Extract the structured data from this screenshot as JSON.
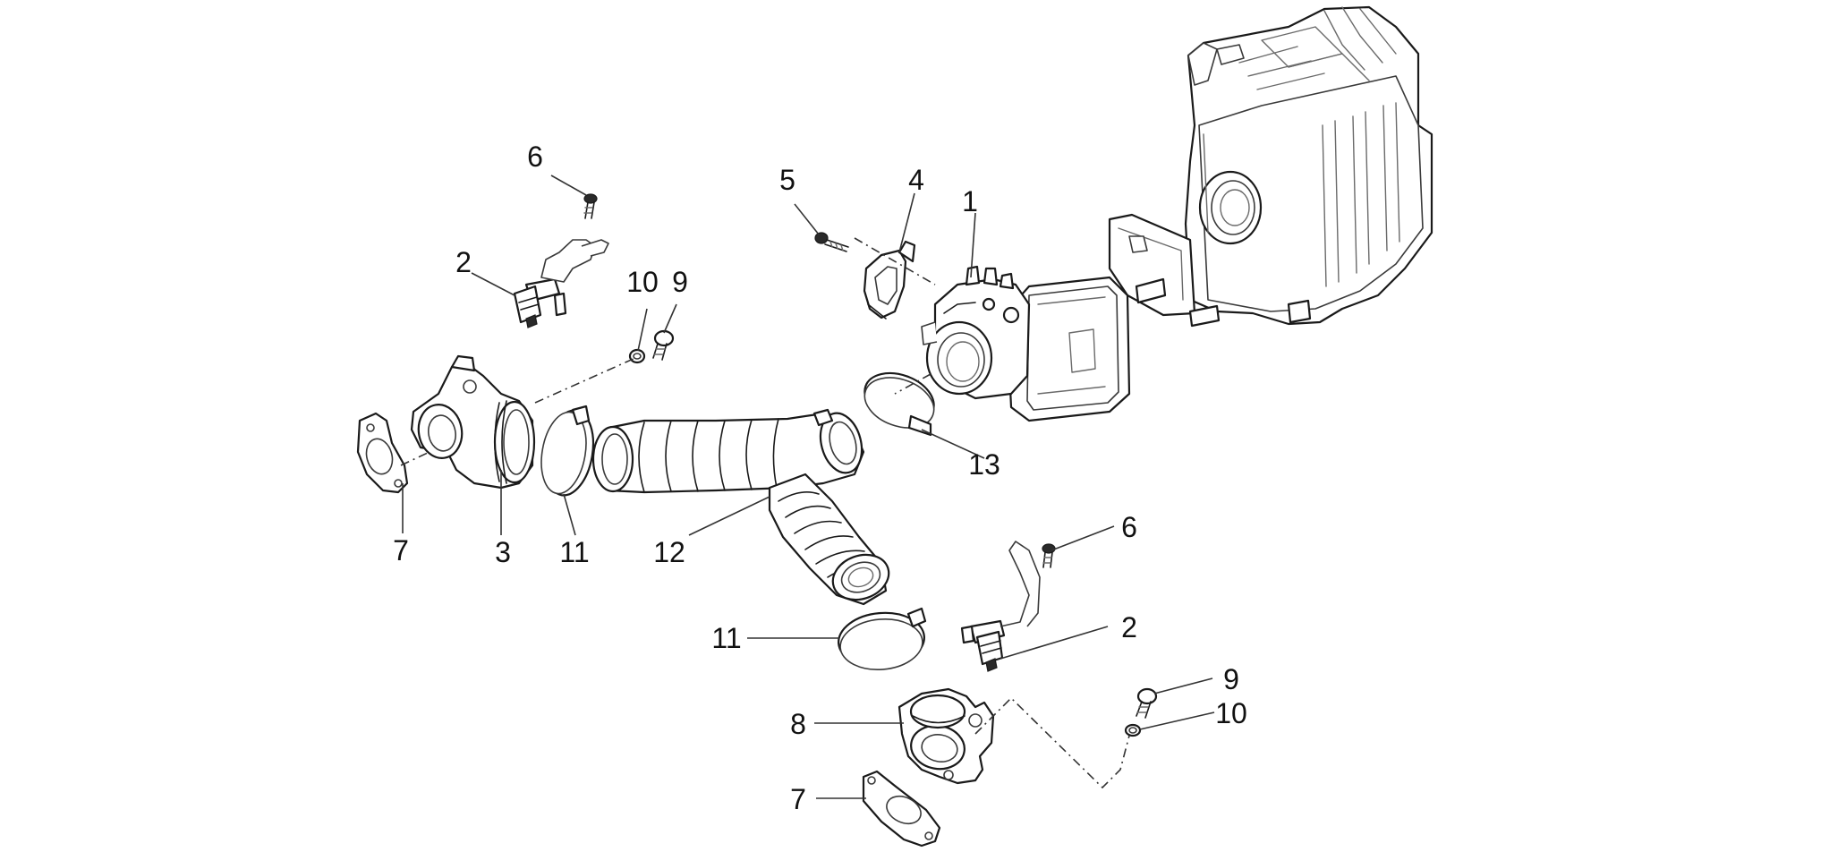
{
  "diagram": {
    "callouts": {
      "throttle_body": "1",
      "injector_upper": "2",
      "injector_lower": "2",
      "intake_manifold_upper": "3",
      "throttle_bracket": "4",
      "bracket_screw": "5",
      "injector_screw_upper": "6",
      "injector_screw_lower": "6",
      "gasket_upper": "7",
      "gasket_lower": "7",
      "intake_manifold_lower": "8",
      "manifold_screw_upper": "9",
      "manifold_screw_lower": "9",
      "washer_upper": "10",
      "washer_lower": "10",
      "hose_clamp_left": "11",
      "hose_clamp_lower": "11",
      "y_intake_hose": "12",
      "hose_clamp_throttle": "13"
    },
    "colors": {
      "line": "#1a1a1a",
      "background": "#ffffff"
    }
  }
}
